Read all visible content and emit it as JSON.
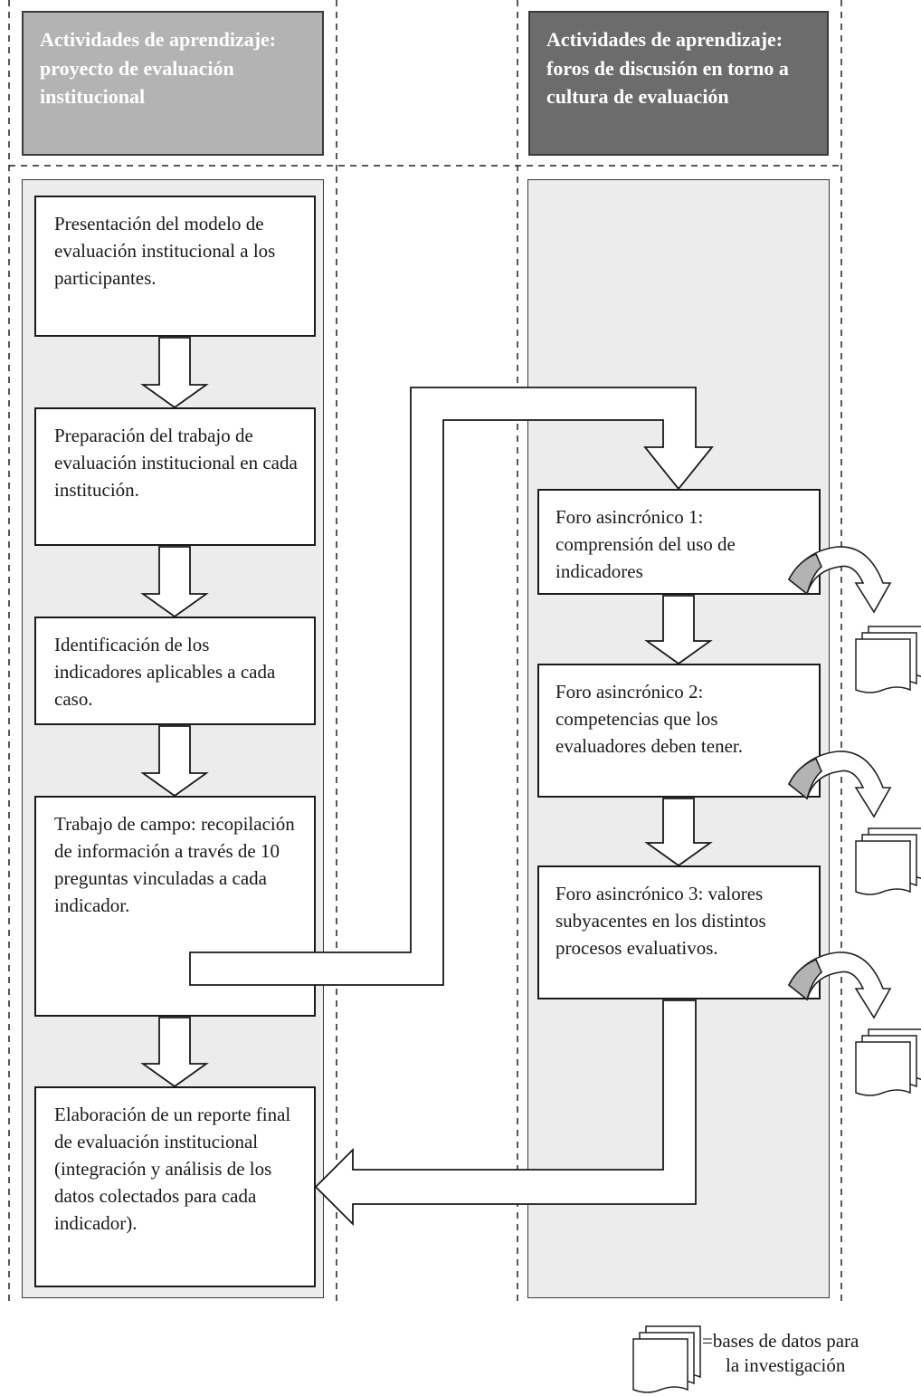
{
  "headers": {
    "left": "Actividades de aprendizaje: proyecto de evaluación institucional",
    "right": "Actividades de aprendizaje: foros de discusión en torno a cultura de evaluación"
  },
  "left_steps": [
    "Presentación del modelo de evaluación institucional a los participantes.",
    "Preparación del trabajo de evaluación institucional en cada institución.",
    "Identificación de los indicadores aplicables a cada caso.",
    "Trabajo de campo: recopilación de información a través de 10 preguntas vinculadas a cada indicador.",
    "Elaboración de un reporte final de evaluación institucional (integración y análisis de los datos colectados para cada indicador)."
  ],
  "right_steps": [
    "Foro asincrónico 1: comprensión del uso de indicadores",
    "Foro asincrónico 2: competencias que los evaluadores deben tener.",
    "Foro asincrónico 3: valores subyacentes en los distintos procesos evaluativos."
  ],
  "legend": {
    "icon": "document-stack-icon",
    "line1": "=bases de datos para",
    "line2": "la investigación"
  },
  "colors": {
    "left_header": "#b3b3b3",
    "right_header": "#6c6c6c",
    "column_fill": "#ececec",
    "arrow_fill": "#ffffff"
  }
}
